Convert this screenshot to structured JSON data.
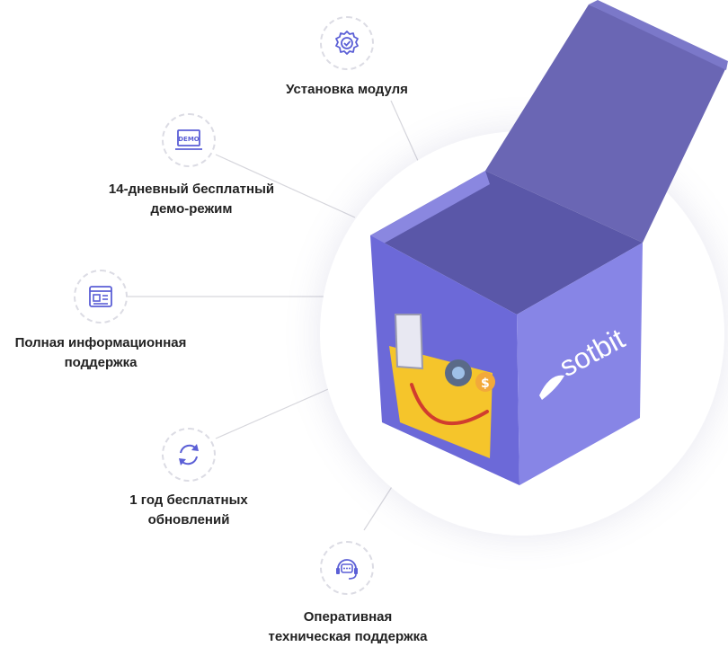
{
  "brand": {
    "name": "sotbit",
    "box_color": "#7b78e2",
    "icon_color": "#5b5fd6"
  },
  "features": [
    {
      "icon": "gear-check-icon",
      "lines": [
        "Установка модуля"
      ]
    },
    {
      "icon": "demo-laptop-icon",
      "icon_text": "DEMO",
      "lines": [
        "14-дневный бесплатный",
        "демо-режим"
      ]
    },
    {
      "icon": "document-info-icon",
      "lines": [
        "Полная информационная",
        "поддержка"
      ]
    },
    {
      "icon": "refresh-arrows-icon",
      "lines": [
        "1 год бесплатных",
        "обновлений"
      ]
    },
    {
      "icon": "support-chat-icon",
      "lines": [
        "Оперативная",
        "техническая поддержка"
      ]
    }
  ]
}
